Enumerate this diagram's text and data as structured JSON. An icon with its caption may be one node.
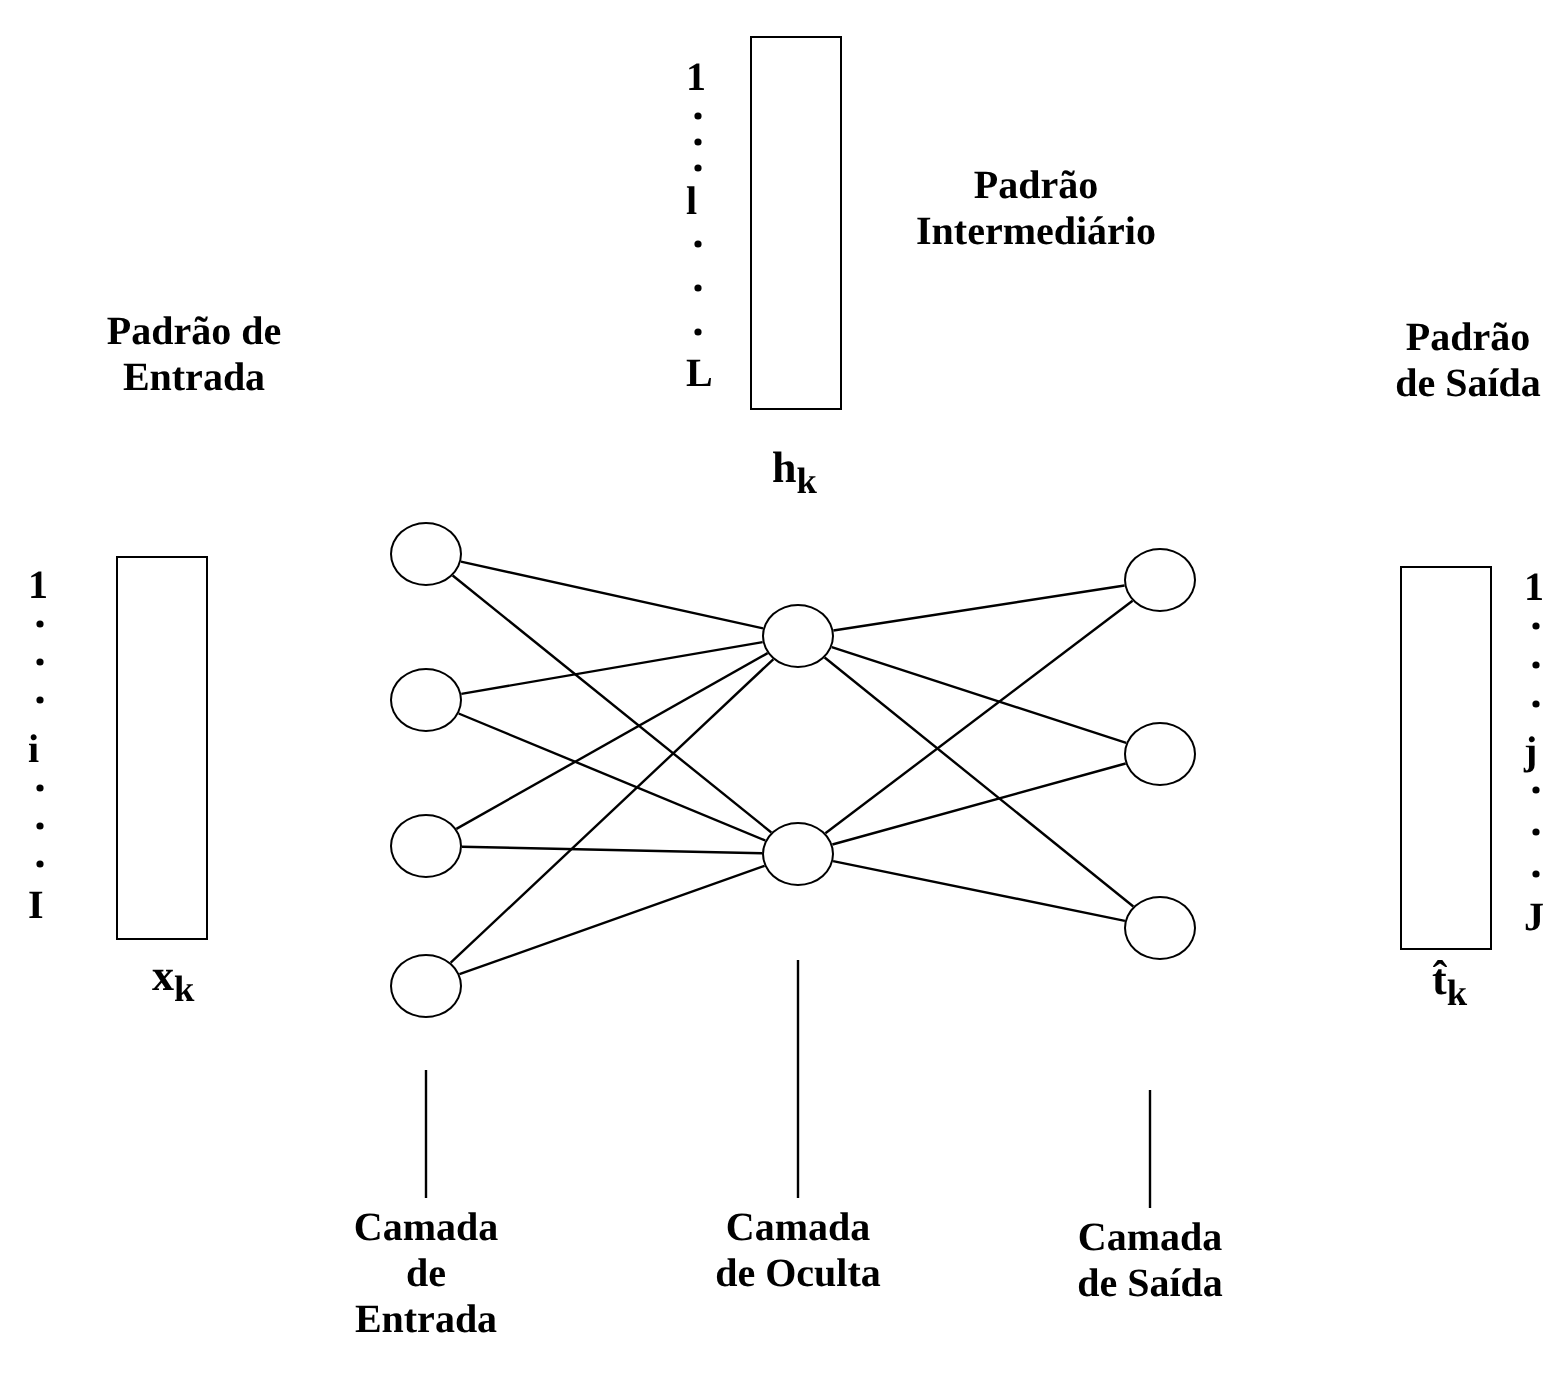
{
  "diagram": {
    "nodes": [
      {
        "text": [
          "Padrão de Entrada"
        ],
        "beside": [
          "1",
          "i",
          "I",
          "x$_{k}$"
        ]
      },
      {
        "text": [
          "Padrão Intermediário"
        ],
        "beside": [
          "1",
          "l",
          "L",
          "h$_{k}$"
        ]
      },
      {
        "text": [
          "Padrão de Saída"
        ],
        "beside": [
          "1",
          "j",
          "J",
          "t̂$_{k}$"
        ]
      },
      {
        "text": [],
        "shape": "circle"
      },
      {
        "text": [],
        "shape": "circle"
      },
      {
        "text": [],
        "shape": "circle"
      },
      {
        "text": [],
        "shape": "circle"
      },
      {
        "text": [],
        "shape": "circle"
      },
      {
        "text": [],
        "shape": "circle"
      },
      {
        "text": [],
        "shape": "circle"
      },
      {
        "text": [],
        "shape": "circle"
      },
      {
        "text": [],
        "shape": "circle"
      },
      {
        "text": [
          "Camada de Entrada"
        ]
      },
      {
        "text": [
          "Camada de Oculta"
        ]
      },
      {
        "text": [
          "Camada de Saída"
        ]
      }
    ],
    "edges": [
      {
        "from": 3,
        "to": 7,
        "arrow": "none"
      },
      {
        "from": 3,
        "to": 8,
        "arrow": "none"
      },
      {
        "from": 4,
        "to": 7,
        "arrow": "none"
      },
      {
        "from": 4,
        "to": 8,
        "arrow": "none"
      },
      {
        "from": 5,
        "to": 7,
        "arrow": "none"
      },
      {
        "from": 5,
        "to": 8,
        "arrow": "none"
      },
      {
        "from": 6,
        "to": 7,
        "arrow": "none"
      },
      {
        "from": 6,
        "to": 8,
        "arrow": "none"
      },
      {
        "from": 7,
        "to": 9,
        "arrow": "none"
      },
      {
        "from": 7,
        "to": 10,
        "arrow": "none"
      },
      {
        "from": 7,
        "to": 11,
        "arrow": "none"
      },
      {
        "from": 8,
        "to": 9,
        "arrow": "none"
      },
      {
        "from": 8,
        "to": 10,
        "arrow": "none"
      },
      {
        "from": 8,
        "to": 11,
        "arrow": "none"
      },
      {
        "from": 12,
        "to": null,
        "arrow": "none"
      },
      {
        "from": 13,
        "to": null,
        "arrow": "none"
      },
      {
        "from": 14,
        "to": null,
        "arrow": "none"
      }
    ]
  }
}
